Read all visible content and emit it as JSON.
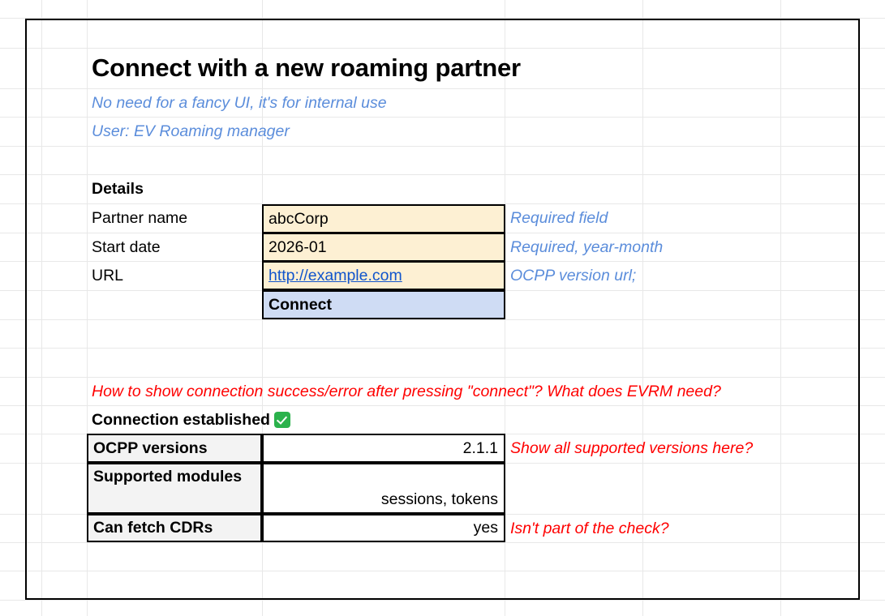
{
  "document": {
    "title": "Connect with a new roaming partner",
    "subtitle_1": "No need for a fancy UI, it's for internal use",
    "subtitle_2": "User: EV Roaming manager"
  },
  "details": {
    "section_heading": "Details",
    "fields": [
      {
        "label": "Partner name",
        "value": "abcCorp",
        "note": "Required field",
        "note_color": "#5b8ddb",
        "input_bg": "#fdf0d3"
      },
      {
        "label": "Start date",
        "value": "2026-01",
        "note": "Required, year-month",
        "note_color": "#5b8ddb",
        "input_bg": "#fdf0d3"
      },
      {
        "label": "URL",
        "value": "http://example.com",
        "note": "OCPP version url;",
        "note_color": "#5b8ddb",
        "input_bg": "#fdf0d3",
        "is_link": true,
        "link_color": "#1155cc"
      }
    ],
    "connect_button": {
      "label": "Connect",
      "bg": "#cfdcf4"
    }
  },
  "annotations": {
    "open_question": "How to show connection success/error after pressing \"connect\"? What does EVRM need?",
    "open_question_color": "#ff0000"
  },
  "result": {
    "status_text": "Connection established",
    "status_icon": "white-check-mark-emoji",
    "status_icon_color": "#2bb24c",
    "rows": [
      {
        "label": "OCPP versions",
        "value": "2.1.1",
        "note": "Show all supported versions here?",
        "note_color": "#ff0000"
      },
      {
        "label": "Supported modules",
        "value": "sessions, tokens",
        "note": "",
        "note_color": "#ff0000"
      },
      {
        "label": "Can fetch CDRs",
        "value": "yes",
        "note": "Isn't part of the check?",
        "note_color": "#ff0000"
      }
    ],
    "label_bg": "#f3f3f3"
  },
  "grid": {
    "line_color": "#e8e8e8",
    "frame_color": "#000000"
  }
}
